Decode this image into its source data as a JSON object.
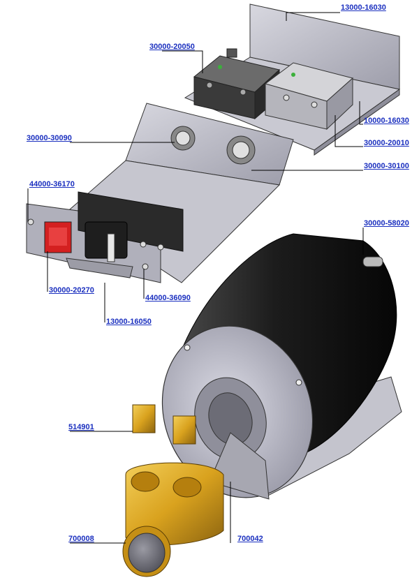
{
  "callouts": [
    {
      "id": "c1",
      "part_number": "13000-16030"
    },
    {
      "id": "c2",
      "part_number": "30000-20050"
    },
    {
      "id": "c3",
      "part_number": "10000-16030"
    },
    {
      "id": "c4",
      "part_number": "30000-30090"
    },
    {
      "id": "c5",
      "part_number": "30000-20010"
    },
    {
      "id": "c6",
      "part_number": "30000-30100"
    },
    {
      "id": "c7",
      "part_number": "44000-36170"
    },
    {
      "id": "c8",
      "part_number": "30000-58020"
    },
    {
      "id": "c9",
      "part_number": "30000-20270"
    },
    {
      "id": "c10",
      "part_number": "44000-36090"
    },
    {
      "id": "c11",
      "part_number": "13000-16050"
    },
    {
      "id": "c12",
      "part_number": "514901"
    },
    {
      "id": "c13",
      "part_number": "700008"
    },
    {
      "id": "c14",
      "part_number": "700042"
    }
  ],
  "colors": {
    "callout_text": "#1a2fbf",
    "leader_line": "#000000",
    "sheet_metal": "#b9b9c4",
    "motor_body": "#1c1c1c",
    "pump_brass": "#d9a21e",
    "switch_red": "#d42020"
  }
}
